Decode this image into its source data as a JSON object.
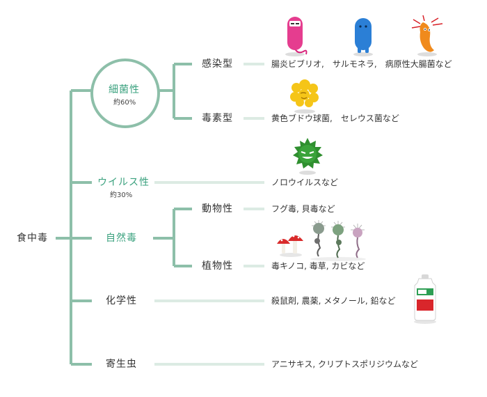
{
  "diagram": {
    "root": "食中毒",
    "colors": {
      "line": "#8dbfa9",
      "light_line": "#dcebe3",
      "accent": "#3aa17e"
    },
    "categories": [
      {
        "label": "細菌性",
        "share": "約60%",
        "types": [
          {
            "label": "感染型",
            "examples": "腸炎ビブリオ,　サルモネラ,　病原性大腸菌など",
            "illustrations": [
              "pink-bacteria-icon",
              "blue-bacteria-icon",
              "orange-bacteria-icon"
            ]
          },
          {
            "label": "毒素型",
            "examples": "黄色ブドウ球菌,　セレウス菌など",
            "illustrations": [
              "staphylococcus-icon"
            ]
          }
        ]
      },
      {
        "label": "ウイルス性",
        "share": "約30%",
        "examples": "ノロウイルスなど",
        "illustrations": [
          "norovirus-icon"
        ]
      },
      {
        "label": "自然毒",
        "types": [
          {
            "label": "動物性",
            "examples": "フグ毒, 貝毒など"
          },
          {
            "label": "植物性",
            "examples": "毒キノコ, 毒草, カビなど",
            "illustrations": [
              "mushroom-icon",
              "mold-icon"
            ]
          }
        ]
      },
      {
        "label": "化学性",
        "examples": "殺鼠剤, 農薬, メタノール, 鉛など",
        "illustrations": [
          "chemical-bottle-icon"
        ]
      },
      {
        "label": "寄生虫",
        "examples": "アニサキス, クリプトスポリジウムなど"
      }
    ]
  }
}
